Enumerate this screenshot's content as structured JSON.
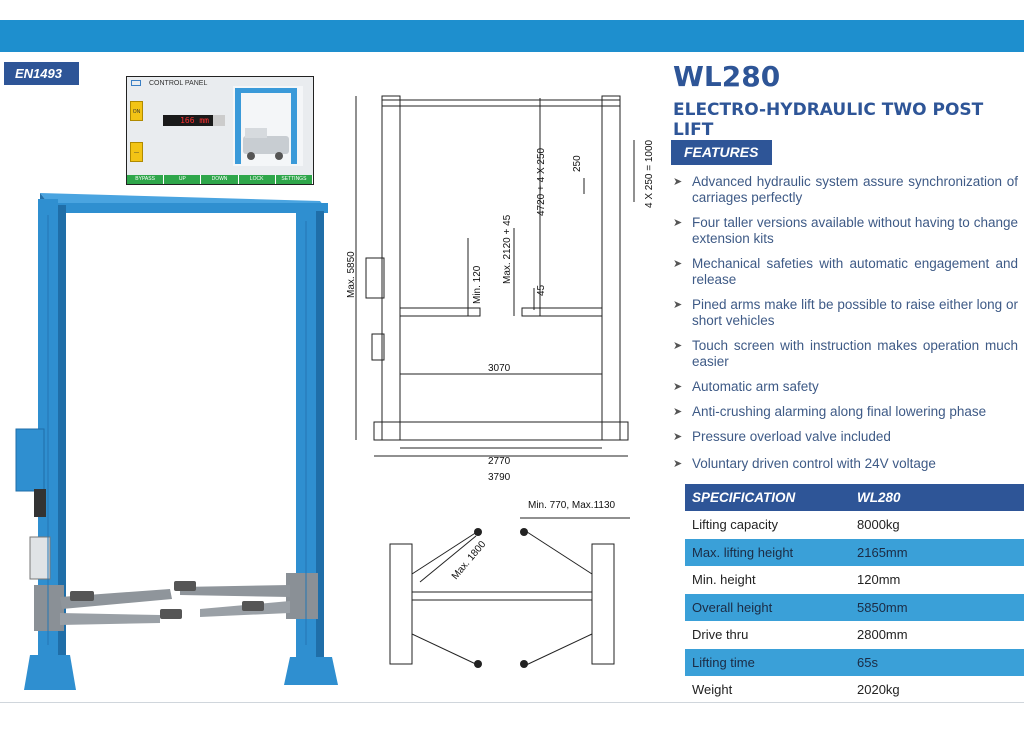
{
  "badge": "EN1493",
  "title": "WL280",
  "subtitle": "ELECTRO-HYDRAULIC TWO POST LIFT",
  "features_label": "FEATURES",
  "features": [
    "Advanced hydraulic system assure synchronization of carriages perfectly",
    "Four taller versions available without having to change extension kits",
    "Mechanical safeties with automatic engagement and release",
    "Pined arms make lift be possible to raise either long or short vehicles",
    "Touch screen with instruction makes operation much easier",
    "Automatic arm safety",
    "Anti-crushing alarming along final lowering phase",
    "Pressure overload valve included",
    "Voluntary driven control with 24V voltage"
  ],
  "spec": {
    "header": [
      "SPECIFICATION",
      "WL280"
    ],
    "rows": [
      [
        "Lifting capacity",
        "8000kg"
      ],
      [
        "Max. lifting height",
        "2165mm"
      ],
      [
        "Min. height",
        "120mm"
      ],
      [
        "Overall height",
        "5850mm"
      ],
      [
        "Drive thru",
        "2800mm"
      ],
      [
        "Lifting time",
        "65s"
      ],
      [
        "Weight",
        "2020kg"
      ]
    ]
  },
  "control_panel": {
    "title": "CONTROL PANEL",
    "readout": "166",
    "readout_unit": "mm",
    "side_buttons": [
      "ON",
      "—"
    ],
    "footer": [
      "BYPASS",
      "UP",
      "DOWN",
      "LOCK",
      "SETTINGS"
    ]
  },
  "drawing_front": {
    "labels": {
      "max_height": "Max. 5850",
      "min_height": "Min. 120",
      "lift_range": "Max. 2120 + 45",
      "column_steps": "4720 + 4 X 250",
      "step": "250",
      "top_steps": "4 X 250 = 1000",
      "pad": "45",
      "inner_width": "3070",
      "drive_width": "2770",
      "overall_width": "3790"
    }
  },
  "drawing_top": {
    "labels": {
      "arm_reach": "Min. 770, Max.1130",
      "diagonal": "Max. 1800"
    }
  },
  "colors": {
    "brand_blue": "#2e5597",
    "bar_blue": "#1e8fce",
    "row_blue": "#3aa0d8",
    "lift_blue": "#2f8fd0"
  }
}
